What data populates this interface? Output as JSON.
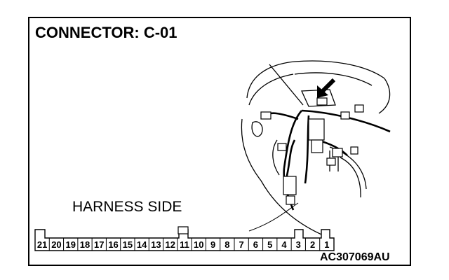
{
  "title": "CONNECTOR: C-01",
  "harness_label": "HARNESS SIDE",
  "figure_id": "AC307069AU",
  "connector": {
    "pins": [
      "21",
      "20",
      "19",
      "18",
      "17",
      "16",
      "15",
      "14",
      "13",
      "12",
      "11",
      "10",
      "9",
      "8",
      "7",
      "6",
      "5",
      "4",
      "3",
      "2",
      "1"
    ]
  }
}
